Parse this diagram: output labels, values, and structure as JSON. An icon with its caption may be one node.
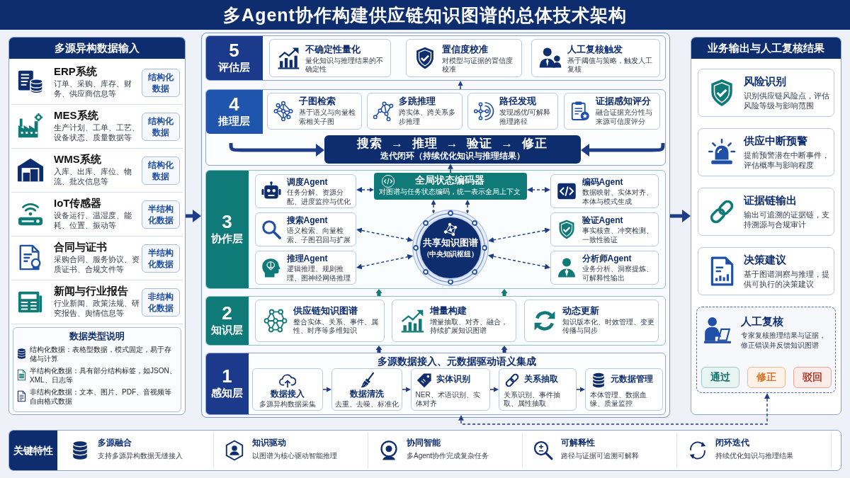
{
  "diagram": {
    "title": "多Agent协作构建供应链知识图谱的总体技术架构",
    "nodes": [
      {
        "text": [
          "多源异构数据输入"
        ]
      },
      {
        "text": [
          "ERP系统",
          "订单、采购、库存、财务、供应商信息等"
        ],
        "in": 0
      },
      {
        "text": [
          "结构化数据"
        ],
        "in": 1
      },
      {
        "text": [
          "MES系统",
          "生产计划、工单、工艺、设备状态、质量数据等"
        ],
        "in": 0
      },
      {
        "text": [
          "结构化数据"
        ],
        "in": 3
      },
      {
        "text": [
          "WMS系统",
          "入库、出库、库位、物流、批次信息等"
        ],
        "in": 0
      },
      {
        "text": [
          "结构化数据"
        ],
        "in": 5
      },
      {
        "text": [
          "IoT传感器",
          "设备运行、温湿度、能耗、位置、振动等"
        ],
        "in": 0
      },
      {
        "text": [
          "半结构化数据"
        ],
        "in": 7
      },
      {
        "text": [
          "合同与证书",
          "采购合同、服务协议、资质证书、合规文件等"
        ],
        "in": 0
      },
      {
        "text": [
          "半结构化数据"
        ],
        "in": 9
      },
      {
        "text": [
          "新闻与行业报告",
          "行业新闻、政策法规、研究报告、舆情信息等"
        ],
        "in": 0
      },
      {
        "text": [
          "非结构化数据"
        ],
        "in": 11
      },
      {
        "text": [
          "数据类型说明",
          "结构化数据：表格型数据，模式固定，易于存储与计算",
          "半结构化数据：具有部分结构标签，如JSON、XML、日志等",
          "非结构化数据：文本、图片、PDF、音视频等自由格式数据"
        ],
        "in": 0
      },
      {
        "text": [],
        "shape": "box"
      },
      {
        "text": [
          "5",
          "评估层"
        ],
        "in": 14
      },
      {
        "text": [
          "不确定性量化",
          "量化知识与推理结果的不确定性"
        ],
        "in": 15
      },
      {
        "text": [
          "置信度校准",
          "对模型与证据的置信度校准"
        ],
        "in": 15
      },
      {
        "text": [
          "人工复核触发",
          "基于阈值与策略，触发人工复核"
        ],
        "in": 15
      },
      {
        "text": [
          "4",
          "推理层"
        ],
        "in": 14
      },
      {
        "text": [
          "子图检索",
          "基于语义与向量检索相关子图"
        ],
        "in": 19
      },
      {
        "text": [
          "多跳推理",
          "跨实体、跨关系多步推理"
        ],
        "in": 19
      },
      {
        "text": [
          "路径发现",
          "发现感优/可解释推理路径"
        ],
        "in": 19
      },
      {
        "text": [
          "证据感知评分",
          "融合证据充分性与来源可信度评分"
        ],
        "in": 19
      },
      {
        "text": [
          "搜索 → 推理 → 验证 → 修正",
          "迭代闭环（持续优化知识与推理结果）"
        ],
        "in": 19
      },
      {
        "text": [
          "3",
          "协作层"
        ],
        "in": 14
      },
      {
        "text": [
          "调度Agent",
          "任务分解、资源分配、进度监控与优化"
        ],
        "in": 25
      },
      {
        "text": [
          "搜索Agent",
          "语义检索、向量检索、子图召回与扩展"
        ],
        "in": 25
      },
      {
        "text": [
          "推理Agent",
          "逻辑推理、规则推理、图神经网络推理"
        ],
        "in": 25
      },
      {
        "text": [
          "全局状态编码器",
          "对图谱与任务状态编码，统一表示全局上下文"
        ],
        "in": 25
      },
      {
        "text": [
          "共享知识图谱",
          "（中央知识枢纽）"
        ],
        "in": 25
      },
      {
        "text": [
          "编码Agent",
          "数据映射、实体对齐、本体与模式生成"
        ],
        "in": 25
      },
      {
        "text": [
          "验证Agent",
          "事实核查、冲突检测、一致性验证"
        ],
        "in": 25
      },
      {
        "text": [
          "分析师Agent",
          "业务分析、洞察提炼、可解释性输出"
        ],
        "in": 25
      },
      {
        "text": [
          "2",
          "知识层"
        ],
        "in": 14
      },
      {
        "text": [
          "供应链知识图谱",
          "整合实体、关系、事件、属性、时序等多维知识"
        ],
        "in": 34
      },
      {
        "text": [
          "增量构建",
          "增量抽取、对齐、融合，持续扩展知识图谱"
        ],
        "in": 34
      },
      {
        "text": [
          "动态更新",
          "知识版本化、时效管理、变更传播与同步"
        ],
        "in": 34
      },
      {
        "text": [
          "1",
          "感知层",
          "多源数据接入、元数据驱动语义集成"
        ],
        "in": 14
      },
      {
        "text": [
          "数据接入",
          "多源异构数据采集"
        ],
        "in": 38
      },
      {
        "text": [
          "数据清洗",
          "去重、去噪、标准化"
        ],
        "in": 38
      },
      {
        "text": [
          "实体识别",
          "NER、术语识别、实体对齐"
        ],
        "in": 38
      },
      {
        "text": [
          "关系抽取",
          "关系识别、事件抽取、属性抽取"
        ],
        "in": 38
      },
      {
        "text": [
          "元数据管理",
          "本体管理、数据血缘、质量监控"
        ],
        "in": 38
      },
      {
        "text": [
          "业务输出与人工复核结果"
        ]
      },
      {
        "text": [
          "风险识别",
          "识别供应链风险点，评估风险等级与影响范围"
        ],
        "in": 44
      },
      {
        "text": [
          "供应中断预警",
          "提前预警潜在中断事件，评估概率与影响程度"
        ],
        "in": 44
      },
      {
        "text": [
          "证据链输出",
          "输出可追溯的证据链，支持溯源与合规审计"
        ],
        "in": 44
      },
      {
        "text": [
          "决策建议",
          "基于图谱洞察与推理，提供可执行的决策建议"
        ],
        "in": 44
      },
      {
        "text": [
          "人工复核",
          "专家复核推理结果与证据，修正错误并反馈知识图谱"
        ],
        "in": 44
      },
      {
        "text": [
          "通过"
        ],
        "in": 49
      },
      {
        "text": [
          "修正"
        ],
        "in": 49
      },
      {
        "text": [
          "驳回"
        ],
        "in": 49
      },
      {
        "text": [
          "关键特性"
        ]
      },
      {
        "text": [
          "多源融合",
          "支持多源异构数据无缝接入"
        ],
        "in": 53
      },
      {
        "text": [
          "知识驱动",
          "以图谱为核心驱动智能推理"
        ],
        "in": 53
      },
      {
        "text": [
          "协同智能",
          "多Agent协作完成复杂任务"
        ],
        "in": 53
      },
      {
        "text": [
          "可解释性",
          "路径与证据可追溯可解释"
        ],
        "in": 53
      },
      {
        "text": [
          "闭环迭代",
          "持续优化知识与推理结果"
        ],
        "in": 53
      }
    ],
    "edges": [
      {
        "from": 0,
        "to": 14,
        "arrow": "to",
        "style": "thick"
      },
      {
        "from": 14,
        "to": 44,
        "arrow": "to",
        "style": "thick"
      },
      {
        "from": 19,
        "to": 15,
        "arrow": "to"
      },
      {
        "from": null,
        "to": 24,
        "arrow": "to",
        "style": "thick"
      },
      {
        "from": null,
        "to": 24,
        "arrow": "to",
        "style": "thick"
      },
      {
        "from": 29,
        "to": 24,
        "arrow": "to"
      },
      {
        "from": 26,
        "to": 29,
        "arrow": "both",
        "style": "dashed"
      },
      {
        "from": 31,
        "to": 29,
        "arrow": "both",
        "style": "dashed"
      },
      {
        "from": 27,
        "to": 30,
        "arrow": "both",
        "style": "dashed"
      },
      {
        "from": 28,
        "to": 30,
        "arrow": "both",
        "style": "dashed"
      },
      {
        "from": 32,
        "to": 30,
        "arrow": "both",
        "style": "dashed"
      },
      {
        "from": 33,
        "to": 30,
        "arrow": "both",
        "style": "dashed"
      },
      {
        "from": 29,
        "to": 30,
        "arrow": "both",
        "style": "dashed"
      },
      {
        "from": 29,
        "to": 30,
        "arrow": "both",
        "style": "dashed"
      },
      {
        "from": 34,
        "to": 25,
        "arrow": "to",
        "style": "thick",
        "color": "#0f7a78"
      },
      {
        "from": 34,
        "to": 25,
        "arrow": "to",
        "style": "thick",
        "color": "#0f7a78"
      },
      {
        "from": 38,
        "to": 34,
        "arrow": "to",
        "style": "thick"
      },
      {
        "from": 38,
        "to": 34,
        "arrow": "to",
        "style": "thick"
      },
      {
        "from": 39,
        "to": 40,
        "arrow": "to"
      },
      {
        "from": 40,
        "to": 41,
        "arrow": "to"
      },
      {
        "from": 41,
        "to": 42,
        "arrow": "to"
      },
      {
        "from": 42,
        "to": 43,
        "arrow": "to"
      },
      {
        "from": 49,
        "to": 38,
        "arrow": "both",
        "style": "dashed"
      }
    ]
  }
}
